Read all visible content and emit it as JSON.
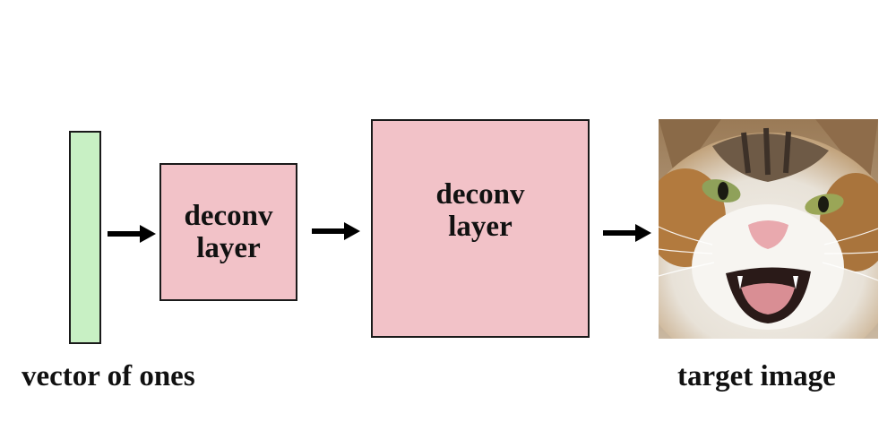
{
  "input": {
    "caption": "vector of ones",
    "color": "#c8f0c4"
  },
  "layers": [
    {
      "line1": "deconv",
      "line2": "layer",
      "color": "#f2c2c8"
    },
    {
      "line1": "deconv",
      "line2": "layer",
      "color": "#f2c2c8"
    }
  ],
  "output": {
    "caption": "target image",
    "icon": "cat-photo"
  }
}
